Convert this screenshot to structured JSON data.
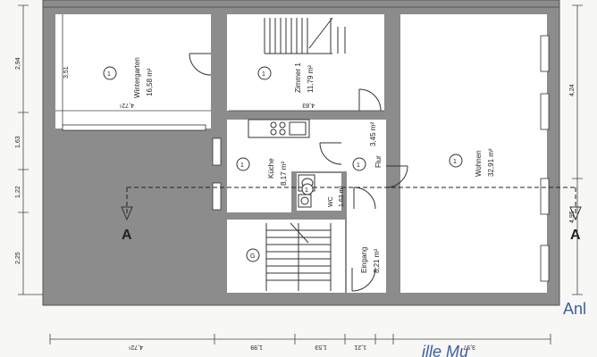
{
  "rooms": {
    "wintergarten": {
      "name": "Wintergarten",
      "area": "16,58 m²",
      "num": "1"
    },
    "zimmer1": {
      "name": "Zimmer 1",
      "area": "11,79 m²",
      "num": "1"
    },
    "wohnen": {
      "name": "Wohnen",
      "area": "32,91 m²",
      "num": "1"
    },
    "kueche": {
      "name": "Küche",
      "area": "8,17 m²",
      "num": "1"
    },
    "flur": {
      "name": "Flur",
      "area": "3,45 m²",
      "num": "1"
    },
    "wc": {
      "name": "WC",
      "area": "1,63 m²",
      "num": "1"
    },
    "eingang": {
      "name": "Eingang",
      "area": "8,21 m²",
      "num": "G"
    }
  },
  "dimensions": {
    "left": [
      "2,94",
      "1,63",
      "1,22",
      "2,25"
    ],
    "right": [
      "4,24",
      "4,95"
    ],
    "bottom": [
      "4,72⁵",
      "1,99",
      "1,53",
      "1,21",
      "3,97"
    ],
    "inner": [
      "3,51",
      "4,72⁵",
      "4,83"
    ]
  },
  "section_labels": {
    "left": "A",
    "right": "A"
  },
  "margin_text": "Anl",
  "handwriting": "ille Mu"
}
